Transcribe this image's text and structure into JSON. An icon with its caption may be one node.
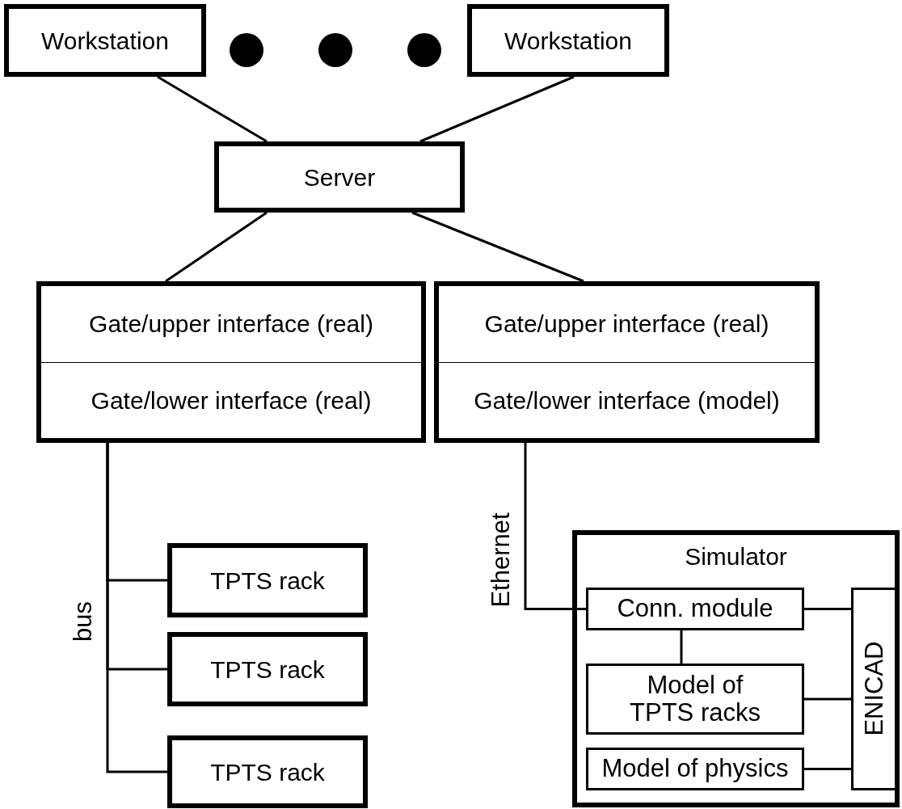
{
  "diagram": {
    "nodes": [
      {
        "text": [
          "Workstation"
        ]
      },
      {
        "text": [
          "Workstation"
        ]
      },
      {
        "text": [
          "Server"
        ]
      },
      {
        "text": [
          "Gate/upper interface (real)",
          "Gate/lower interface (real)"
        ]
      },
      {
        "text": [
          "Gate/upper interface (real)",
          "Gate/lower interface (model)"
        ]
      },
      {
        "text": [
          "TPTS rack"
        ]
      },
      {
        "text": [
          "TPTS rack"
        ]
      },
      {
        "text": [
          "TPTS rack"
        ]
      },
      {
        "text": [
          "Simulator"
        ]
      },
      {
        "text": [
          "Conn. module"
        ],
        "in": 8
      },
      {
        "text": [
          "Model of TPTS racks"
        ],
        "in": 8
      },
      {
        "text": [
          "Model of physics"
        ],
        "in": 8
      },
      {
        "text": [
          "ENICAD"
        ],
        "in": 8
      }
    ],
    "edges": [
      {
        "from": 0,
        "to": 2,
        "arrow": "none"
      },
      {
        "from": 1,
        "to": 2,
        "arrow": "none"
      },
      {
        "from": 2,
        "to": 3,
        "arrow": "none"
      },
      {
        "from": 2,
        "to": 4,
        "arrow": "none"
      },
      {
        "from": 3,
        "to": 5,
        "arrow": "none"
      },
      {
        "from": 3,
        "to": 6,
        "arrow": "none",
        "label": "bus"
      },
      {
        "from": 3,
        "to": 7,
        "arrow": "none"
      },
      {
        "from": 4,
        "to": 9,
        "arrow": "none",
        "label": "Ethernet"
      },
      {
        "from": 9,
        "to": 10,
        "arrow": "none"
      },
      {
        "from": 9,
        "to": 12,
        "arrow": "none"
      },
      {
        "from": 10,
        "to": 12,
        "arrow": "none"
      },
      {
        "from": 11,
        "to": 12,
        "arrow": "none"
      }
    ]
  }
}
